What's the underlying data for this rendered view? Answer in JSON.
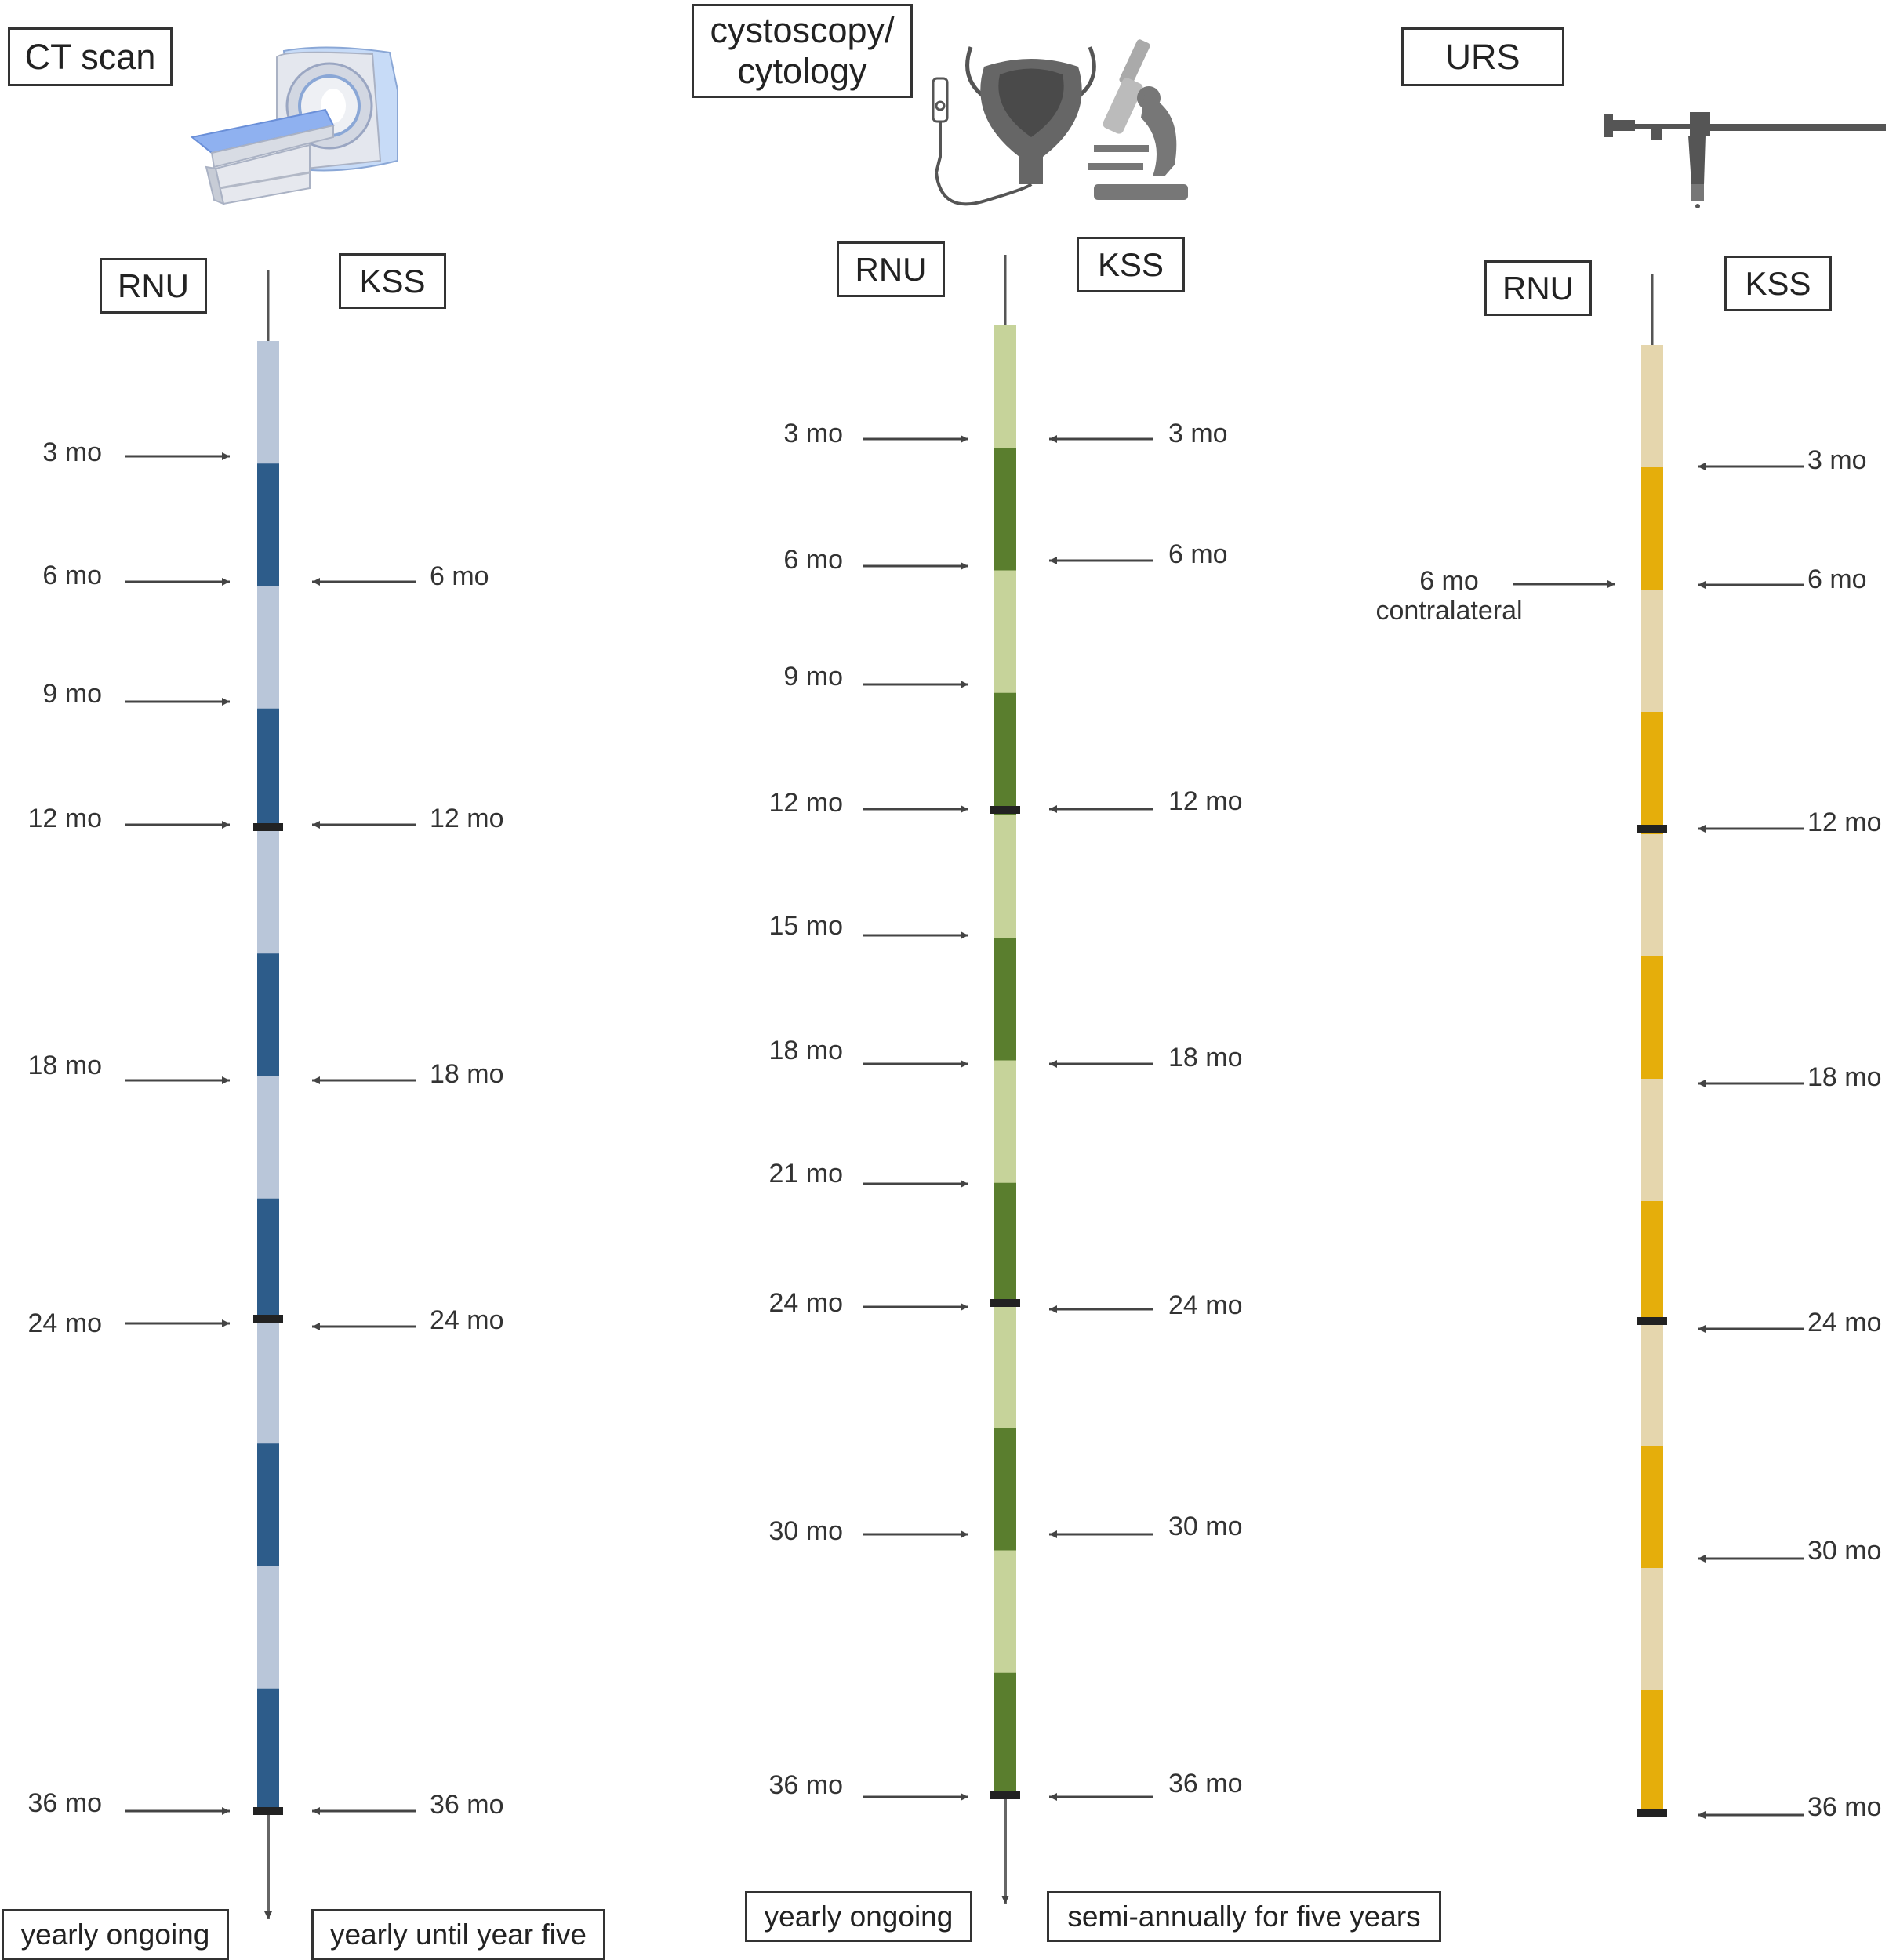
{
  "columns": [
    {
      "title": "CT scan",
      "left_label": "RNU",
      "right_label": "KSS",
      "icon": "ct-scanner-icon",
      "colors": {
        "light": "#b9c6d9",
        "dark": "#2d5c8a"
      },
      "rnu_marks": [
        "3 mo",
        "6 mo",
        "9 mo",
        "12 mo",
        "18 mo",
        "24 mo",
        "36 mo"
      ],
      "kss_marks": [
        "6 mo",
        "12 mo",
        "18 mo",
        "24 mo",
        "36 mo"
      ],
      "rnu_footer": "yearly ongoing",
      "kss_footer": "yearly until year five"
    },
    {
      "title": "cystoscopy/ cytology",
      "left_label": "RNU",
      "right_label": "KSS",
      "icon": "bladder-cystoscope-microscope-icon",
      "colors": {
        "light": "#c6d39a",
        "dark": "#5a7e2e"
      },
      "rnu_marks": [
        "3 mo",
        "6 mo",
        "9 mo",
        "12 mo",
        "15 mo",
        "18 mo",
        "21 mo",
        "24 mo",
        "30 mo",
        "36 mo"
      ],
      "kss_marks": [
        "3 mo",
        "6 mo",
        "12 mo",
        "18 mo",
        "24 mo",
        "30 mo",
        "36 mo"
      ],
      "rnu_footer": "yearly ongoing",
      "kss_footer": "semi-annually for five years"
    },
    {
      "title": "URS",
      "left_label": "RNU",
      "right_label": "KSS",
      "icon": "ureteroscope-icon",
      "colors": {
        "light": "#e5d6ad",
        "dark": "#e5ae0b"
      },
      "rnu_marks": [
        "6 mo contralateral"
      ],
      "kss_marks": [
        "3 mo",
        "6 mo",
        "12 mo",
        "18 mo",
        "24 mo",
        "30 mo",
        "36 mo"
      ]
    }
  ]
}
